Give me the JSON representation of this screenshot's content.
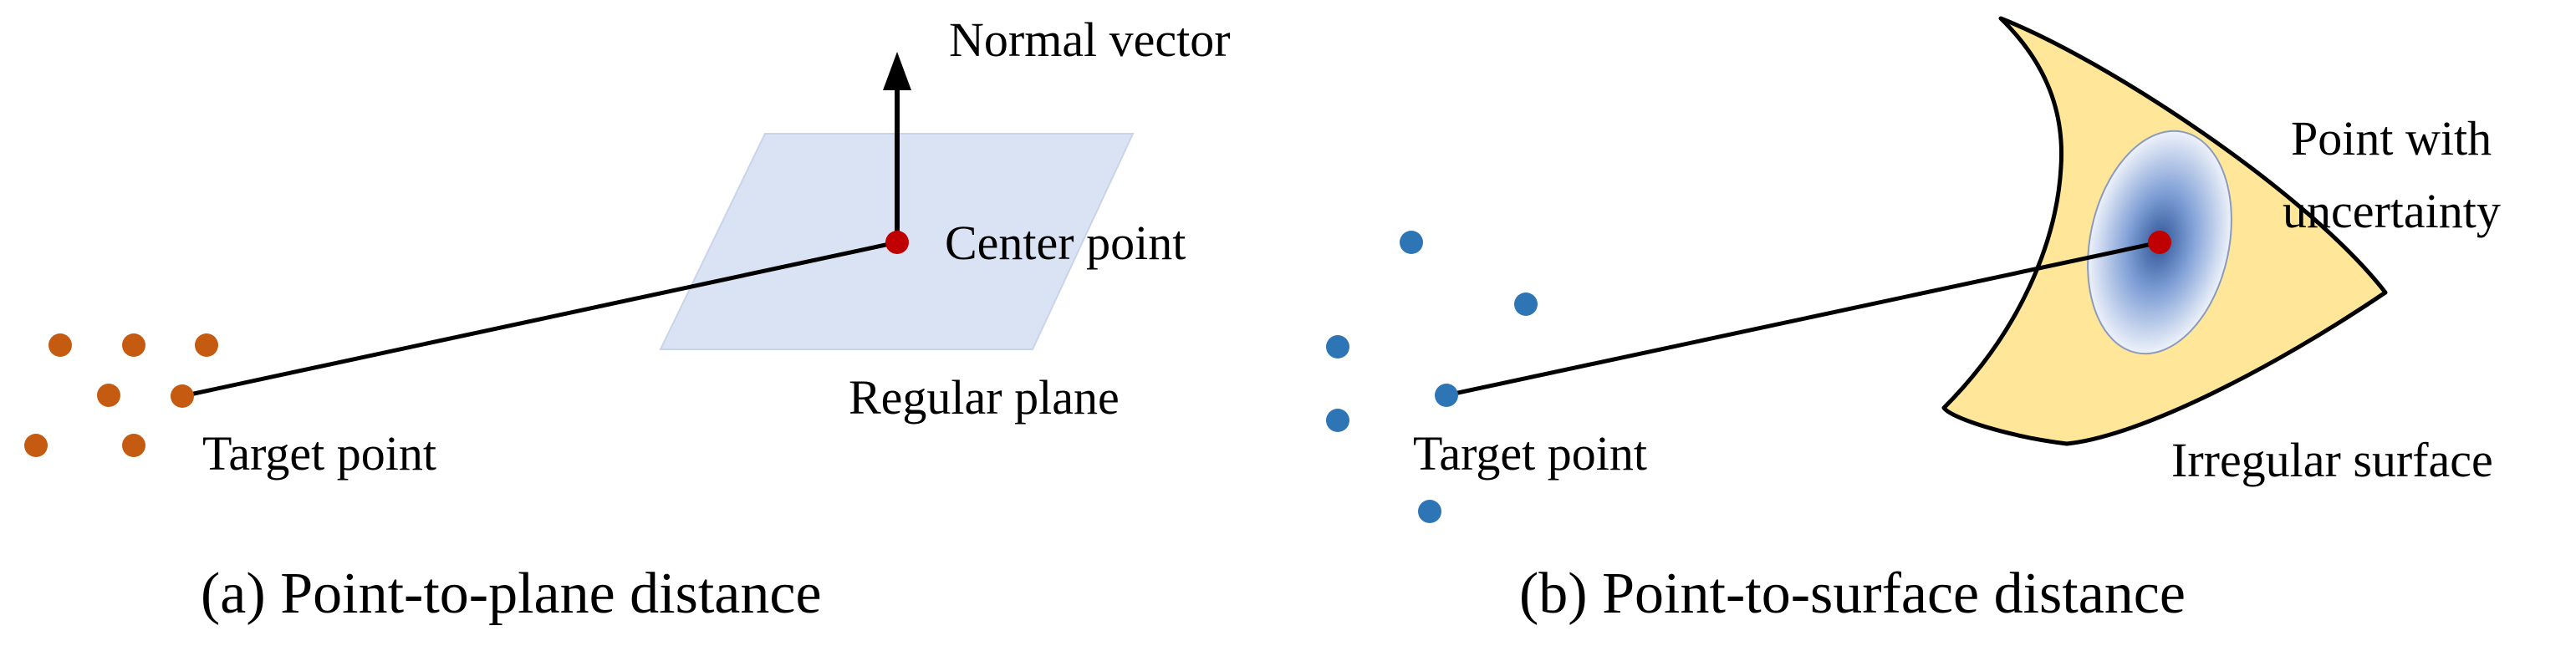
{
  "panel_a": {
    "labels": {
      "normal_vector": "Normal vector",
      "center_point": "Center point",
      "regular_plane": "Regular plane",
      "target_point": "Target point"
    },
    "caption": "(a) Point-to-plane distance"
  },
  "panel_b": {
    "labels": {
      "point_with_uncertainty_line1": "Point with",
      "point_with_uncertainty_line2": "uncertainty",
      "irregular_surface": "Irregular surface",
      "target_point": "Target point"
    },
    "caption": "(b) Point-to-surface distance"
  },
  "colors": {
    "orange_points": "#c55a11",
    "blue_points": "#2e75b6",
    "center_point": "#c00000",
    "plane_fill": "#dae3f3",
    "surface_fill": "#ffe699",
    "uncertainty_core": "#2f5597",
    "line": "#000000"
  }
}
